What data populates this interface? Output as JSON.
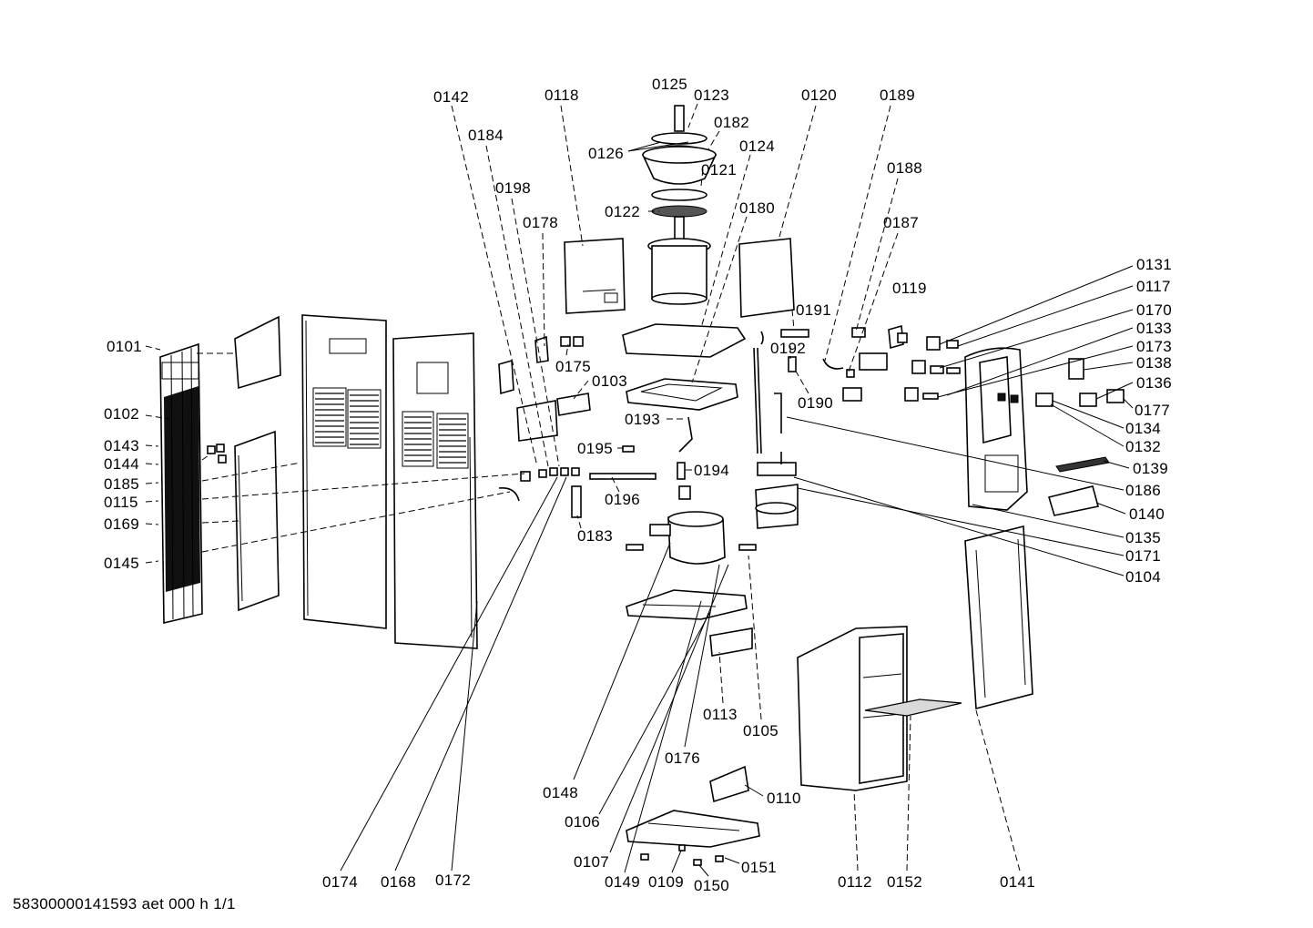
{
  "diagram": {
    "labels": {
      "l0101": "0101",
      "l0102": "0102",
      "l0143": "0143",
      "l0144": "0144",
      "l0185": "0185",
      "l0115": "0115",
      "l0169": "0169",
      "l0145": "0145",
      "l0142": "0142",
      "l0184": "0184",
      "l0198": "0198",
      "l0178": "0178",
      "l0118": "0118",
      "l0175": "0175",
      "l0103": "0103",
      "l0125": "0125",
      "l0123": "0123",
      "l0182": "0182",
      "l0126": "0126",
      "l0121": "0121",
      "l0124": "0124",
      "l0122": "0122",
      "l0180": "0180",
      "l0120": "0120",
      "l0189": "0189",
      "l0188": "0188",
      "l0187": "0187",
      "l0119": "0119",
      "l0191": "0191",
      "l0192": "0192",
      "l0190": "0190",
      "l0193": "0193",
      "l0195": "0195",
      "l0194": "0194",
      "l0196": "0196",
      "l0183": "0183",
      "l0131": "0131",
      "l0117": "0117",
      "l0170": "0170",
      "l0133": "0133",
      "l0173": "0173",
      "l0138": "0138",
      "l0136": "0136",
      "l0177": "0177",
      "l0134": "0134",
      "l0132": "0132",
      "l0139": "0139",
      "l0186": "0186",
      "l0140": "0140",
      "l0135": "0135",
      "l0171": "0171",
      "l0104": "0104",
      "l0113": "0113",
      "l0105": "0105",
      "l0176": "0176",
      "l0148": "0148",
      "l0110": "0110",
      "l0106": "0106",
      "l0107": "0107",
      "l0151": "0151",
      "l0174": "0174",
      "l0168": "0168",
      "l0172": "0172",
      "l0149": "0149",
      "l0109": "0109",
      "l0150": "0150",
      "l0112": "0112",
      "l0152": "0152",
      "l0141": "0141"
    }
  },
  "footer": {
    "document_id": "58300000141593 aet 000 h 1/1"
  }
}
